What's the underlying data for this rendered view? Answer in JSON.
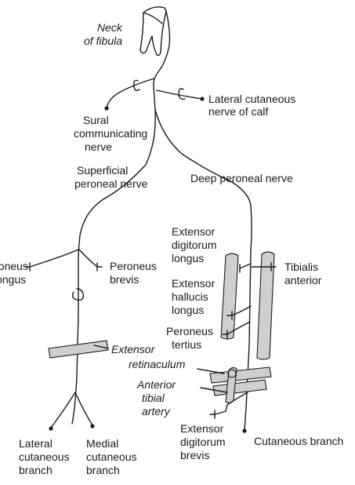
{
  "labels": {
    "neck_of_fibula_1": "Neck",
    "neck_of_fibula_2": "of fibula",
    "lateral_cutaneous_nerve_1": "Lateral cutaneous",
    "lateral_cutaneous_nerve_2": "nerve of calf",
    "sural_1": "Sural",
    "sural_2": "communicating",
    "sural_3": "nerve",
    "superficial_1": "Superficial",
    "superficial_2": "peroneal nerve",
    "deep_peroneal": "Deep peroneal nerve",
    "extensor_digitorum_longus_1": "Extensor",
    "extensor_digitorum_longus_2": "digitorum",
    "extensor_digitorum_longus_3": "longus",
    "peroneus_longus_1": "Peroneus",
    "peroneus_longus_2": "longus",
    "peroneus_brevis_1": "Peroneus",
    "peroneus_brevis_2": "brevis",
    "tibialis_anterior_1": "Tibialis",
    "tibialis_anterior_2": "anterior",
    "extensor_hallucis_1": "Extensor",
    "extensor_hallucis_2": "hallucis",
    "extensor_hallucis_3": "longus",
    "peroneus_tertius_1": "Peroneus",
    "peroneus_tertius_2": "tertius",
    "extensor_retinaculum_1": "Extensor",
    "extensor_retinaculum_2": "retinaculum",
    "anterior_tibial_artery_1": "Anterior",
    "anterior_tibial_artery_2": "tibial",
    "anterior_tibial_artery_3": "artery",
    "extensor_digitorum_brevis_1": "Extensor",
    "extensor_digitorum_brevis_2": "digitorum",
    "extensor_digitorum_brevis_3": "brevis",
    "cutaneous_branch": "Cutaneous branch",
    "lateral_cutaneous_branch_1": "Lateral",
    "lateral_cutaneous_branch_2": "cutaneous",
    "lateral_cutaneous_branch_3": "branch",
    "medial_cutaneous_branch_1": "Medial",
    "medial_cutaneous_branch_2": "cutaneous",
    "medial_cutaneous_branch_3": "branch"
  }
}
